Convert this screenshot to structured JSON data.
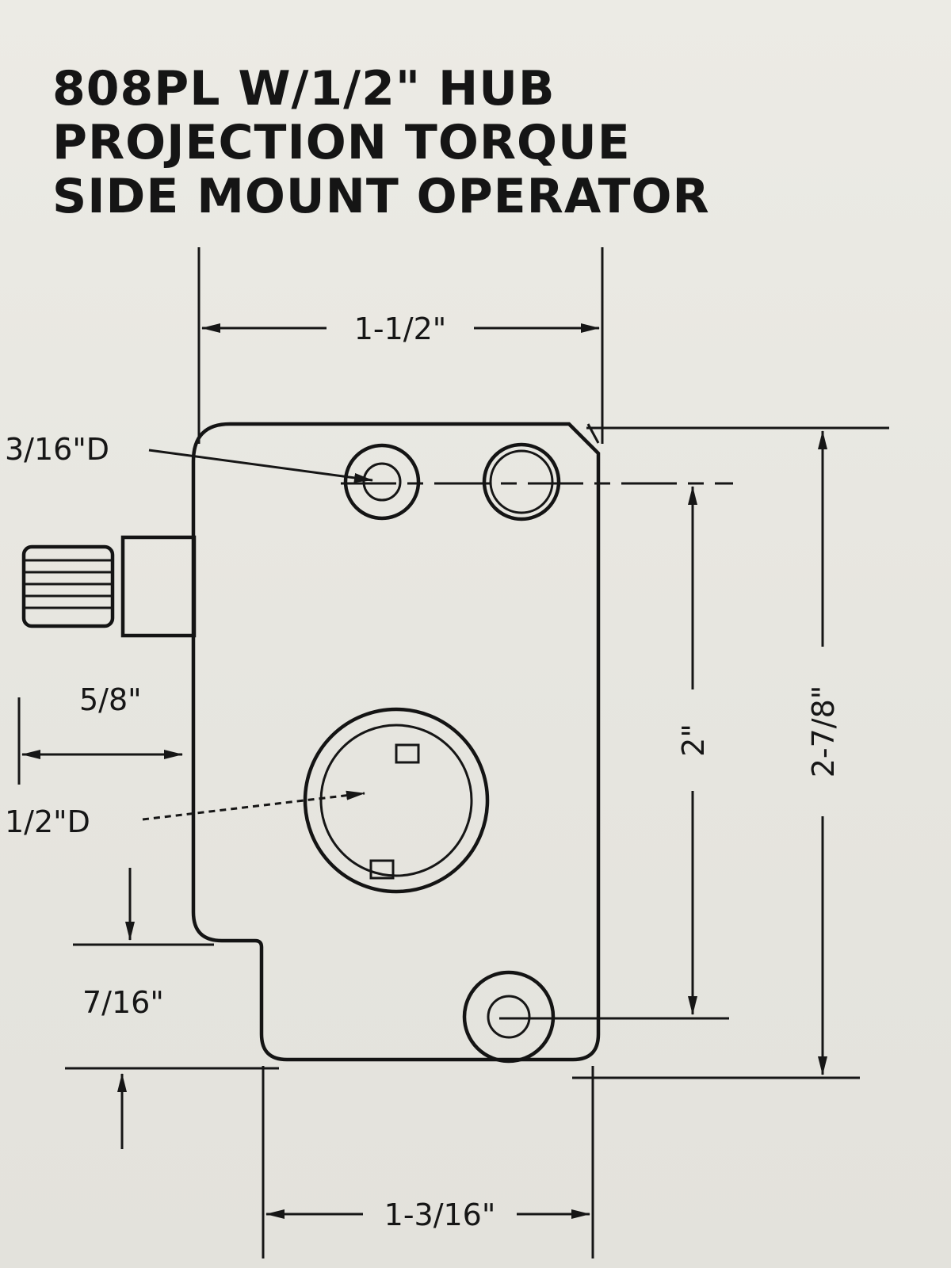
{
  "title": {
    "line1": "808PL W/1/2\" HUB",
    "line2": "PROJECTION TORQUE",
    "line3": "SIDE MOUNT OPERATOR"
  },
  "dimensions": {
    "top_width": "1-1/2\"",
    "small_hole": "3/16\"D",
    "shaft_length": "5/8\"",
    "hub_diameter": "1/2\"D",
    "step_height": "7/16\"",
    "bottom_width": "1-3/16\"",
    "hole_spacing": "2\"",
    "overall_height": "2-7/8\""
  },
  "colors": {
    "ink": "#161616",
    "paper": "#e9e8e2"
  }
}
